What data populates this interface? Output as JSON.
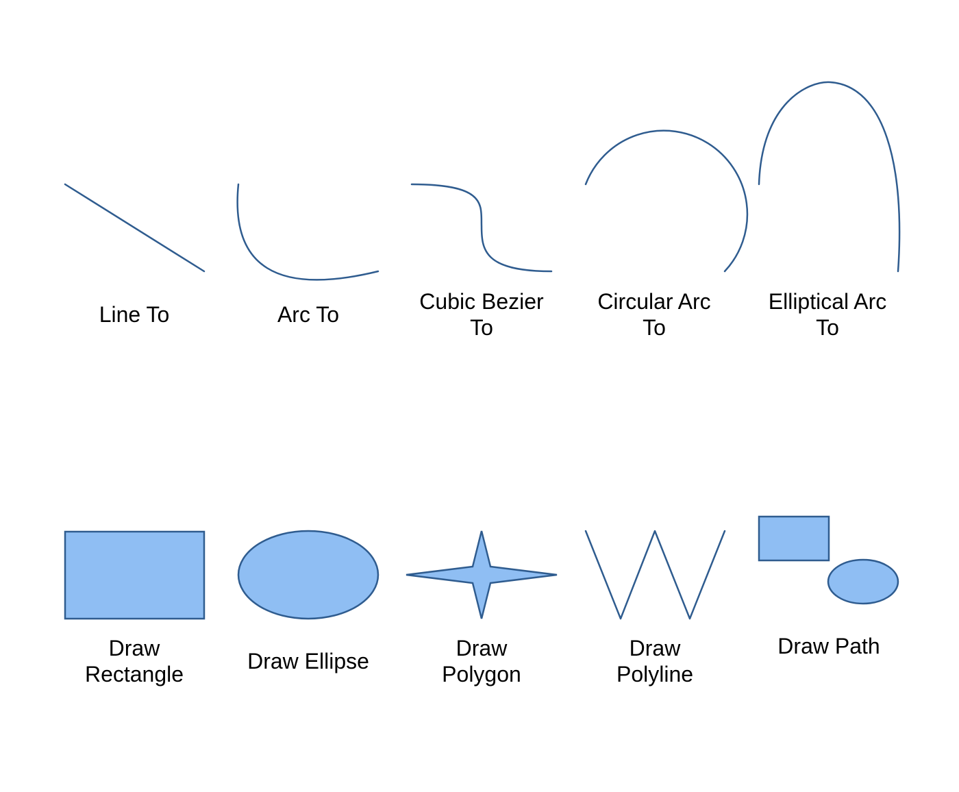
{
  "colors": {
    "stroke": "#2f5c8f",
    "fill": "#8fbef3",
    "text": "#000000",
    "background": "#ffffff"
  },
  "labels": {
    "line_to": "Line To",
    "arc_to": "Arc To",
    "cubic_bezier_to": "Cubic Bezier\nTo",
    "circular_arc_to": "Circular Arc\nTo",
    "elliptical_arc_to": "Elliptical Arc\nTo",
    "draw_rectangle": "Draw\nRectangle",
    "draw_ellipse": "Draw Ellipse",
    "draw_polygon": "Draw\nPolygon",
    "draw_polyline": "Draw\nPolyline",
    "draw_path": "Draw Path"
  }
}
